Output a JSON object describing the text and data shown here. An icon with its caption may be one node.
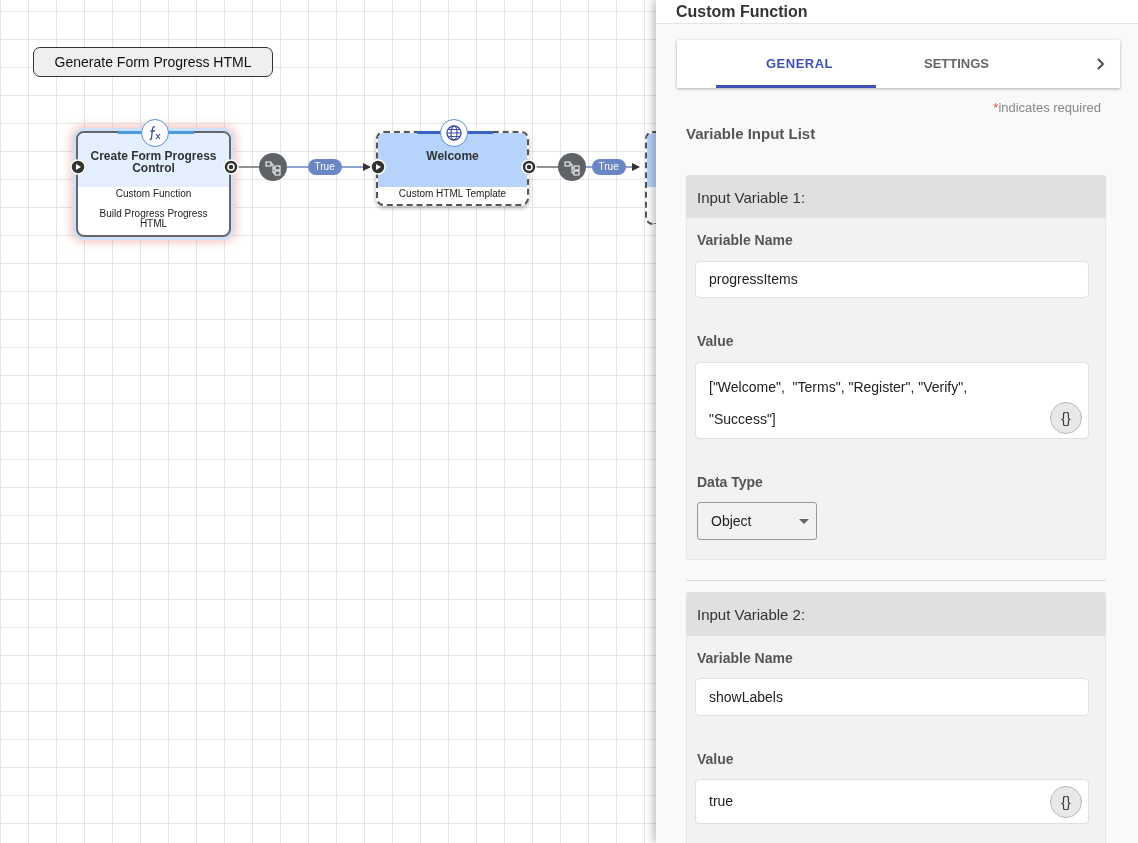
{
  "diagram": {
    "nodes": [
      {
        "text": [
          "Generate Form Progress HTML"
        ]
      },
      {
        "text": [
          "Create Form Progress Control",
          "Custom Function",
          "Build Progress Progress HTML"
        ]
      },
      {
        "text": [],
        "shape": "circle"
      },
      {
        "text": [
          "Welcome",
          "Custom HTML Template"
        ]
      },
      {
        "text": [],
        "shape": "circle"
      },
      {
        "text": [],
        "shape": "box"
      }
    ],
    "edges": [
      {
        "from": 1,
        "to": 2,
        "arrow": "none"
      },
      {
        "from": 2,
        "to": 3,
        "arrow": "to",
        "label": "True",
        "color": "#6b86c4"
      },
      {
        "from": 3,
        "to": 4,
        "arrow": "none"
      },
      {
        "from": 4,
        "to": 5,
        "arrow": "to",
        "label": "True",
        "color": "#6b86c4"
      }
    ],
    "labels": [
      "Custom Function",
      "GENERAL",
      "SETTINGS",
      "*indicates required",
      "Variable Input List",
      "Input Variable 1:",
      "Variable Name",
      "progressItems",
      "Value",
      "[\"Welcome\",  \"Terms\", \"Register\", \"Verify\", \"Success\"]",
      "{}",
      "Data Type",
      "Object",
      "Input Variable 2:",
      "Variable Name",
      "showLabels",
      "Value",
      "true",
      "{}"
    ]
  }
}
